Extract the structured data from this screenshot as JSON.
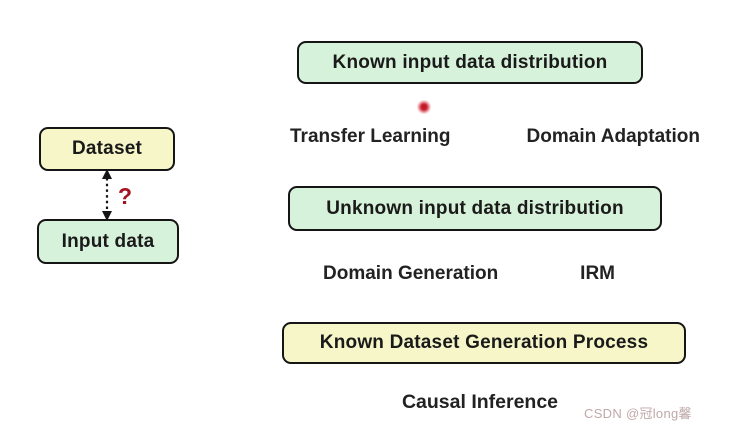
{
  "left_flow": {
    "dataset_label": "Dataset",
    "input_data_label": "Input data",
    "question_mark": "?"
  },
  "rows": [
    {
      "box": "Known input data distribution",
      "box_color": "green",
      "labels": [
        "Transfer Learning",
        "Domain Adaptation"
      ]
    },
    {
      "box": "Unknown input data distribution",
      "box_color": "green",
      "labels": [
        "Domain Generation",
        "IRM"
      ]
    },
    {
      "box": "Known Dataset Generation Process",
      "box_color": "yellow",
      "labels": [
        "Causal Inference"
      ]
    }
  ],
  "watermark": "CSDN @冠long馨",
  "icons": {
    "double_arrow": "dashed-double-headed-vertical-arrow",
    "laser_dot": "red-laser-pointer-dot"
  },
  "colors": {
    "box_green": "#d7f2da",
    "box_yellow": "#f6f6c8",
    "box_border": "#151515",
    "text": "#1a1a1a",
    "question_mark": "#a51320",
    "laser_dot": "#c4182b",
    "watermark": "#c0a8a8"
  }
}
